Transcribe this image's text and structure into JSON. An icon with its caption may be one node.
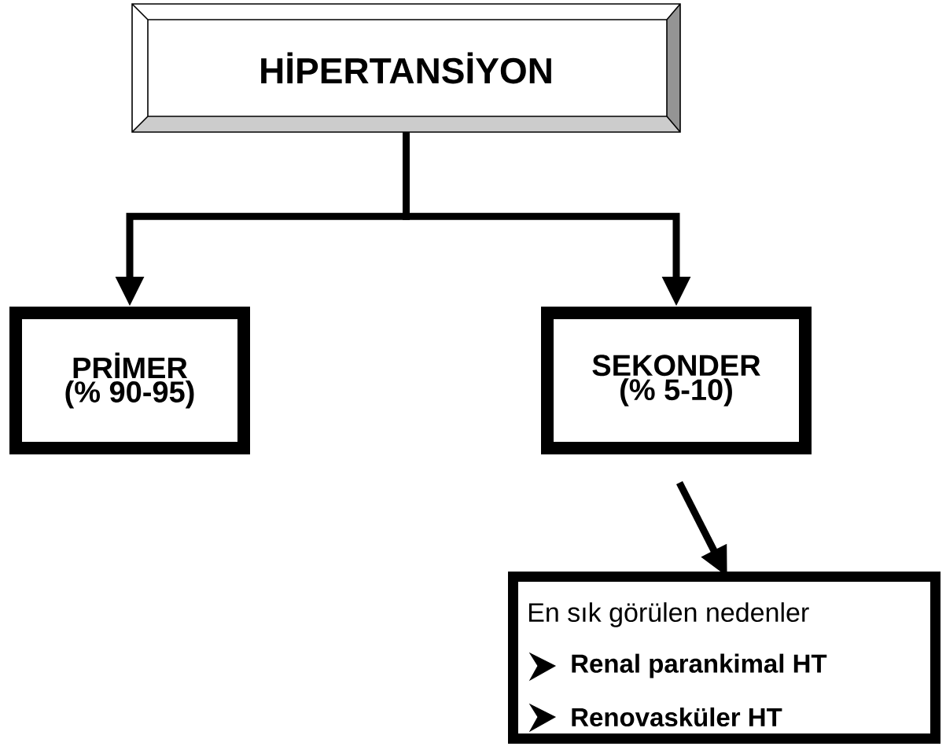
{
  "diagram": {
    "nodes": [
      {
        "text": [
          "HİPERTANSİYON"
        ]
      },
      {
        "text": [
          "PRİMER",
          "(% 90-95)"
        ]
      },
      {
        "text": [
          "SEKONDER",
          "(% 5-10)"
        ]
      },
      {
        "text": [
          "En sık görülen nedenler",
          "Renal parankimal HT",
          "Renovasküler HT"
        ]
      }
    ],
    "edges": [
      {
        "from": 0,
        "to": 1,
        "arrow": "to"
      },
      {
        "from": 0,
        "to": 2,
        "arrow": "to"
      },
      {
        "from": 2,
        "to": 3,
        "arrow": "to"
      }
    ]
  }
}
